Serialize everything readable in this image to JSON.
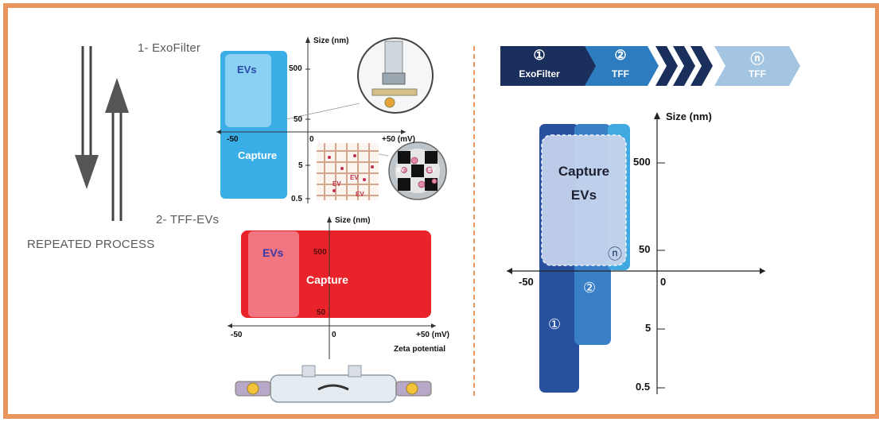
{
  "left_panel": {
    "step1_label": "1- ExoFilter",
    "step2_label": "2- TFF-EVs",
    "repeated_label": "REPEATED PROCESS",
    "top_chart": {
      "y_axis_label": "Size (nm)",
      "y_ticks": [
        "500",
        "50",
        "5",
        "0.5"
      ],
      "x_ticks": [
        "-50",
        "0",
        "+50 (mV)"
      ],
      "evs_label": "EVs",
      "capture_label": "Capture",
      "zoom_ev_labels": [
        "EV",
        "EV",
        "EV"
      ],
      "circle_ev_labels": [
        "EV",
        "EV"
      ],
      "colors": {
        "capture_box": "#3aaee6",
        "evs_box": "#8fd3f4"
      }
    },
    "bottom_chart": {
      "y_axis_label": "Size (nm)",
      "y_ticks": [
        "500",
        "50"
      ],
      "x_ticks": [
        "-50",
        "0",
        "+50 (mV)"
      ],
      "x_axis_label": "Zeta potential",
      "evs_label": "EVs",
      "capture_label": "Capture",
      "colors": {
        "capture_box": "#e8242a",
        "evs_box": "#f27b86"
      }
    }
  },
  "right_panel": {
    "steps": [
      {
        "number": "①",
        "label": "ExoFilter",
        "color": "#1b2f5c"
      },
      {
        "number": "②",
        "label": "TFF",
        "color": "#2e7cc0"
      },
      {
        "number": "ⓝ",
        "label": "TFF",
        "color": "#a4c5e2"
      }
    ],
    "chart": {
      "y_axis_label": "Size (nm)",
      "y_ticks": [
        "500",
        "50",
        "5",
        "0.5"
      ],
      "x_ticks": [
        "-50",
        "0"
      ],
      "capture_label": "Capture",
      "evs_label": "EVs",
      "box_markers": [
        "①",
        "②",
        "ⓝ"
      ],
      "colors": {
        "box1": "#27509e",
        "box2": "#3a80c6",
        "boxn": "#3fa9e0",
        "capture_evs": "#c9d6ee"
      }
    }
  }
}
